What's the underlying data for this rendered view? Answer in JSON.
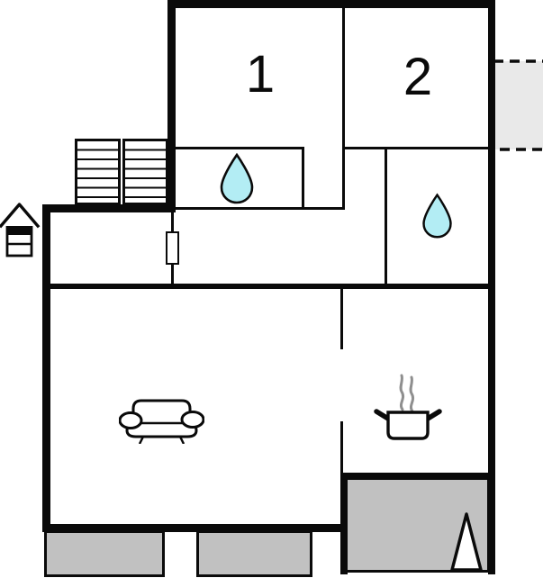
{
  "floorplan": {
    "rooms": [
      {
        "id": "bedroom-1",
        "label": "1"
      },
      {
        "id": "bedroom-2",
        "label": "2"
      }
    ],
    "icons": {
      "bathroom_upper": "water-drop",
      "bathroom_right": "water-drop",
      "living_room": "sofa",
      "kitchen": "cooking-pot-with-steam",
      "entrance": "stairs",
      "outbuilding": "shed",
      "terrace_marker": "tree-triangle",
      "balcony": "dashed-rectangle"
    }
  },
  "colors": {
    "wall": "#0a0a0a",
    "patio-fill": "#c1c1c1",
    "balcony-fill": "#e9e9e9",
    "drop-fill": "#b3edf4",
    "steam": "#8f8f8f",
    "background": "#ffffff"
  }
}
